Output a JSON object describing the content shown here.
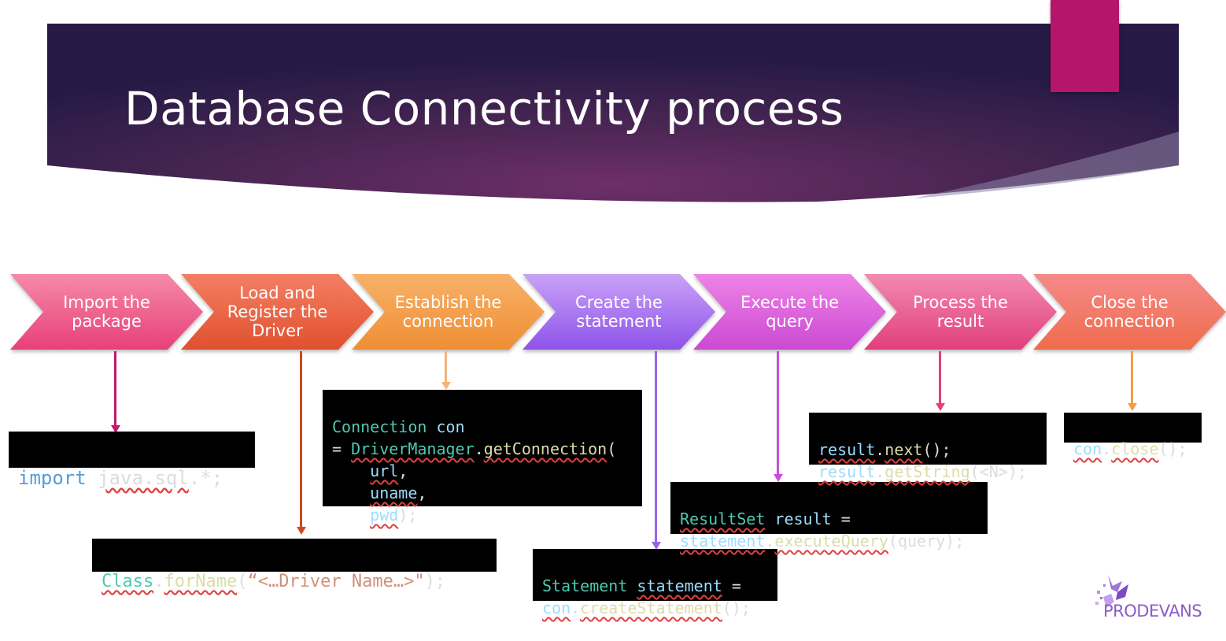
{
  "slide": {
    "title": "Database Connectivity process",
    "colors": {
      "banner_dark": "#2b1d4a",
      "banner_mid": "#6b2f6a",
      "accent": "#b5156a"
    }
  },
  "steps": [
    {
      "label": "Import the\npackage",
      "color_top": "#f58aa8",
      "color_bottom": "#e8407a",
      "line_color": "#c0186d"
    },
    {
      "label": "Load and\nRegister the\nDriver",
      "color_top": "#f47f64",
      "color_bottom": "#e0502e",
      "line_color": "#cc4a1c"
    },
    {
      "label": "Establish the\nconnection",
      "color_top": "#f8b169",
      "color_bottom": "#ef8e34",
      "line_color": "#f2b47a"
    },
    {
      "label": "Create the\nstatement",
      "color_top": "#c9a2f7",
      "color_bottom": "#8e53ea",
      "line_color": "#9a63ea"
    },
    {
      "label": "Execute the\nquery",
      "color_top": "#ee83e6",
      "color_bottom": "#cc49d3",
      "line_color": "#c84ed8"
    },
    {
      "label": "Process the\nresult",
      "color_top": "#f28ab0",
      "color_bottom": "#e23f7c",
      "line_color": "#e0407a"
    },
    {
      "label": "Close the\nconnection",
      "color_top": "#f58a8a",
      "color_bottom": "#ef6c4c",
      "line_color": "#f2a048"
    }
  ],
  "code": {
    "import": {
      "kw": "import",
      "pkg": "java.sql",
      "rest": ".*;"
    },
    "driver": {
      "cls": "Class",
      "dot": ".",
      "fn": "forName",
      "open": "(",
      "str": "“<…Driver Name…>\"",
      "close": ");"
    },
    "connection": {
      "type": "Connection",
      "var": "con",
      "eq": "=",
      "cls": "DriverManager",
      "dot": ".",
      "fn": "getConnection",
      "open": "(",
      "arg1": "url",
      "arg2": "uname",
      "arg3": "pwd",
      "comma": ",",
      "close": ");"
    },
    "statement": {
      "type": "Statement",
      "var": "statement",
      "eq": "=",
      "obj": "con",
      "dot": ".",
      "fn": "createStatement",
      "call": "();"
    },
    "execute": {
      "type": "ResultSet",
      "var": "result",
      "eq": "=",
      "obj": "statement",
      "dot": ".",
      "fn": "executeQuery",
      "args": "(query);"
    },
    "process": {
      "obj": "result",
      "dot": ".",
      "fn1": "next",
      "call1": "();",
      "fn2": "getString",
      "call2": "(<N>);"
    },
    "close": {
      "obj": "con",
      "dot": ".",
      "fn": "close",
      "call": "();"
    }
  },
  "logo": {
    "text": "PRODEVANS",
    "color": "#8c5cc7"
  }
}
